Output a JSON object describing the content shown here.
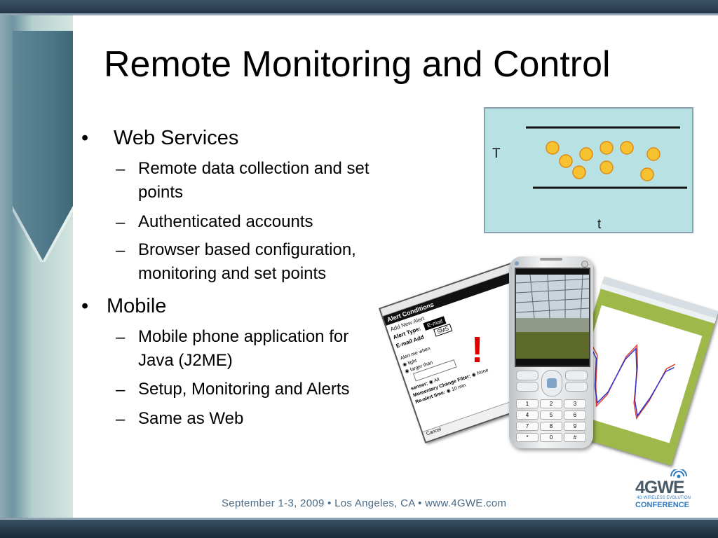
{
  "slide": {
    "title": "Remote Monitoring and Control",
    "bullets": [
      {
        "label": "Web Services",
        "marker": "•",
        "subitems": [
          {
            "marker": "–",
            "lines": [
              "Remote data collection and set",
              "points"
            ]
          },
          {
            "marker": "–",
            "lines": [
              "Authenticated accounts"
            ]
          },
          {
            "marker": "–",
            "lines": [
              "Browser based configuration,",
              "monitoring and set points"
            ]
          }
        ]
      },
      {
        "label": "Mobile",
        "marker": "•",
        "subitems": [
          {
            "marker": "–",
            "lines": [
              "Mobile phone application for",
              "Java (J2ME)"
            ]
          },
          {
            "marker": "–",
            "lines": [
              "Setup, Monitoring and Alerts"
            ]
          },
          {
            "marker": "–",
            "lines": [
              "Same as Web"
            ]
          }
        ]
      }
    ]
  },
  "diagram": {
    "y_label": "T",
    "x_label": "t",
    "background": "#b7e1e3",
    "dot_color": "#f6c231"
  },
  "alert_screen": {
    "title": "Alert Conditions",
    "menu_add": "Add New Alert",
    "alert_type_label": "Alert Type:",
    "email_add_label": "E-mail Add",
    "options": [
      "E-mail",
      "SMS"
    ],
    "alert_me_when": "Alert me when",
    "radio_light": "light",
    "radio_larger": "larger than",
    "sensor_label": "sensor:",
    "sensor_value": "All",
    "momentary_label": "Momentary Change Filter:",
    "momentary_value": "None",
    "realert_label": "Re-alert time:",
    "realert_value": "10 min",
    "cancel": "Cancel",
    "exclamation": "!"
  },
  "phone": {
    "keypad": [
      [
        "1",
        "2",
        "3"
      ],
      [
        "4",
        "5",
        "6"
      ],
      [
        "7",
        "8",
        "9"
      ],
      [
        "*",
        "0",
        "#"
      ]
    ]
  },
  "footer": {
    "text": "September 1-3, 2009   •   Los Angeles, CA   •   www.4GWE.com"
  },
  "logo": {
    "main": "4GWE",
    "subtitle": "4G WIRELESS EVOLUTION",
    "conference": "CONFERENCE",
    "color_dark": "#4a5a66",
    "color_accent": "#2f7ac0"
  }
}
